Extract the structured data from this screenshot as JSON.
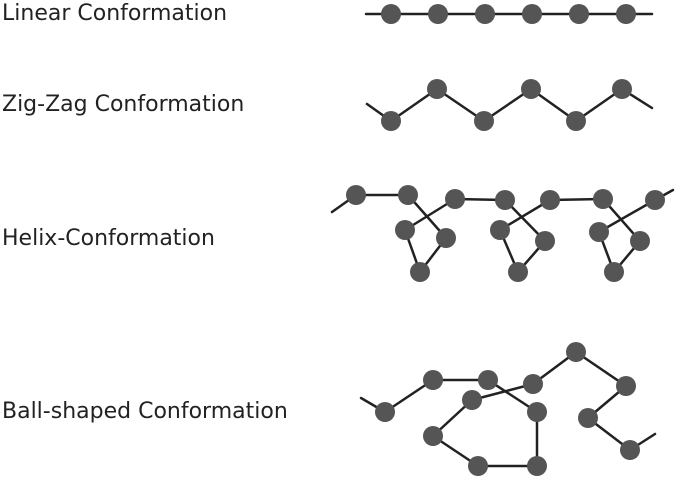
{
  "labels": {
    "linear": "Linear Conformation",
    "zigzag": "Zig-Zag Conformation",
    "helix": "Helix-Conformation",
    "ball": "Ball-shaped Conformation"
  },
  "colors": {
    "bead": "#555555",
    "bond": "#222222",
    "text": "#222222"
  }
}
